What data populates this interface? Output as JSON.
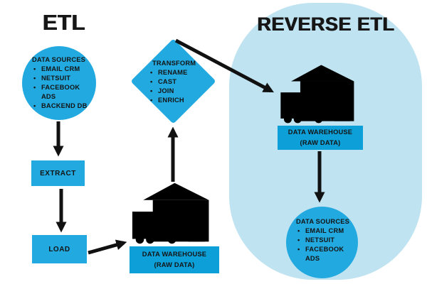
{
  "colors": {
    "cyan": "#22A9E0",
    "cyan_deep": "#0D9FD8",
    "light_blue": "#BFE3F1",
    "ink": "#141414",
    "arrow": "#111111"
  },
  "glyphs": {
    "bullet": "•"
  },
  "etl": {
    "title": "ETL",
    "data_sources": {
      "title": "DATA SOURCES",
      "items": [
        "EMAIL CRM",
        "NETSUIT",
        "FACEBOOK ADS",
        "BACKEND DB"
      ]
    },
    "extract_label": "EXTRACT",
    "load_label": "LOAD",
    "warehouse_label": "DATA WAREHOUSE (RAW DATA)",
    "transform": {
      "title": "TRANSFORM",
      "items": [
        "RENAME",
        "CAST",
        "JOIN",
        "ENRICH"
      ]
    }
  },
  "reverse_etl": {
    "title": "REVERSE ETL",
    "warehouse_label": "DATA WAREHOUSE (RAW DATA)",
    "data_sources": {
      "title": "DATA SOURCES",
      "items": [
        "EMAIL CRM",
        "NETSUIT",
        "FACEBOOK ADS"
      ]
    }
  }
}
